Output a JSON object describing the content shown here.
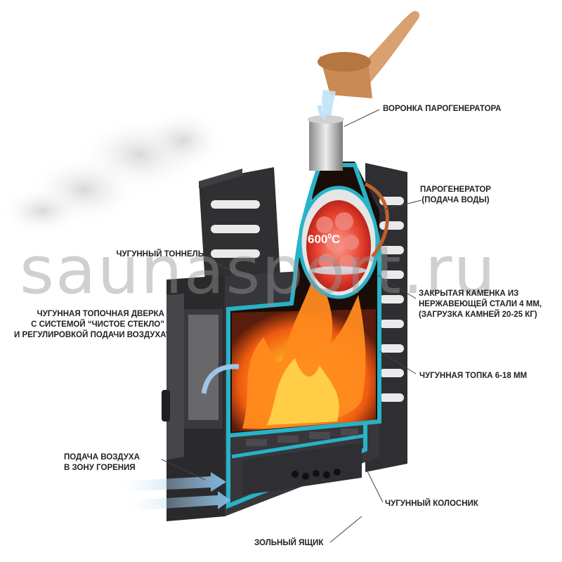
{
  "watermark": "saunasport.ru",
  "temperature": {
    "value": "600",
    "degree": "0",
    "unit": "C"
  },
  "labels": {
    "steam_funnel": "ВОРОНКА ПАРОГЕНЕРАТОРА",
    "steam_generator": [
      "ПАРОГЕНЕРАТОР",
      "(ПОДАЧА ВОДЫ)"
    ],
    "stone_chamber": [
      "ЗАКРЫТАЯ КАМЕНКА ИЗ",
      "НЕРЖАВЕЮЩЕЙ СТАЛИ 4 мм,",
      "(ЗАГРУЗКА КАМНЕЙ 20-25 кг)"
    ],
    "firebox": "ЧУГУННАЯ ТОПКА 6-18 мм",
    "tunnel": "ЧУГУННЫЙ ТОННЕЛЬ",
    "door": [
      "ЧУГУННАЯ ТОПОЧНАЯ ДВЕРКА",
      "С СИСТЕМОЙ “ЧИСТОЕ СТЕКЛО”",
      "И РЕГУЛИРОВКОЙ ПОДАЧИ ВОЗДУХА"
    ],
    "air_supply": [
      "ПОДАЧА ВОЗДУХА",
      "В ЗОНУ ГОРЕНИЯ"
    ],
    "grate": "ЧУГУННЫЙ КОЛОСНИК",
    "ash_box": "ЗОЛЬНЫЙ ЯЩИК"
  },
  "colors": {
    "metal": "#2b2b2e",
    "section": "#27b3c8",
    "flame": "#f47a14",
    "stones": "#e85c5c"
  }
}
